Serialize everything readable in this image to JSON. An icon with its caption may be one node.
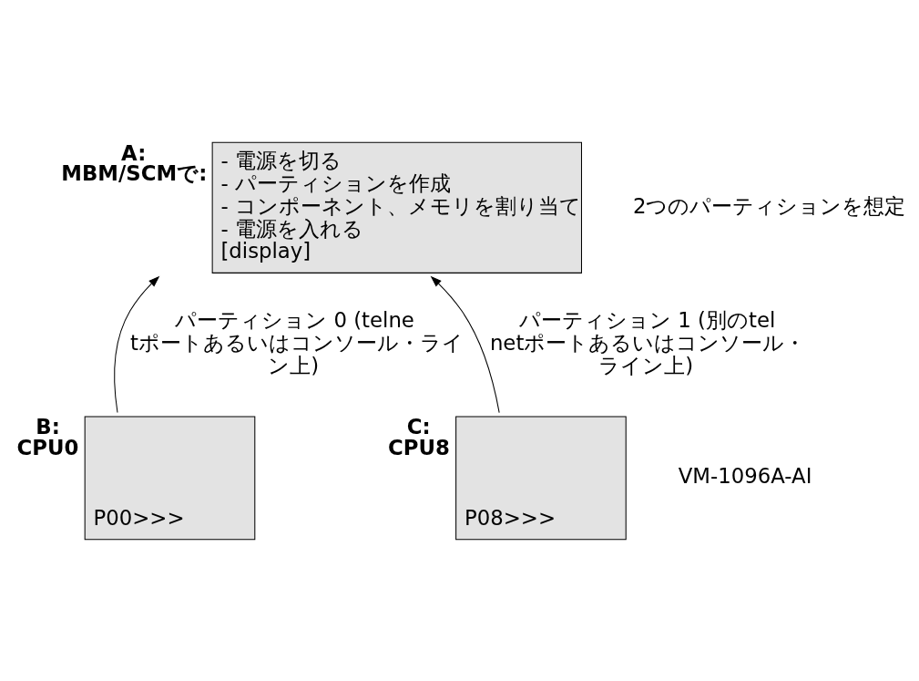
{
  "diagram": {
    "nodes": [
      {
        "text": [
          "- 電源を切る",
          "- パーティションを作成",
          "- コンポーネント、メモリを割り当て",
          "- 電源を入れる",
          "[display]"
        ],
        "beside": [
          "A:",
          "MBM/SCMで:"
        ]
      },
      {
        "text": [
          "P00>>>"
        ],
        "beside": [
          "B:",
          "CPU0"
        ]
      },
      {
        "text": [
          "P08>>>"
        ],
        "beside": [
          "C:",
          "CPU8"
        ]
      }
    ],
    "edges": [
      {
        "from": 1,
        "to": 0,
        "arrow": "to",
        "label": "パーティション 0 (telnetポートあるいはコンソール・ライン上)"
      },
      {
        "from": 2,
        "to": 0,
        "arrow": "to",
        "label": "パーティション 1 (別のtelnetポートあるいはコンソール・ライン上)"
      }
    ],
    "labels": [
      "2つのパーティションを想定",
      "VM-1096A-AI"
    ]
  }
}
